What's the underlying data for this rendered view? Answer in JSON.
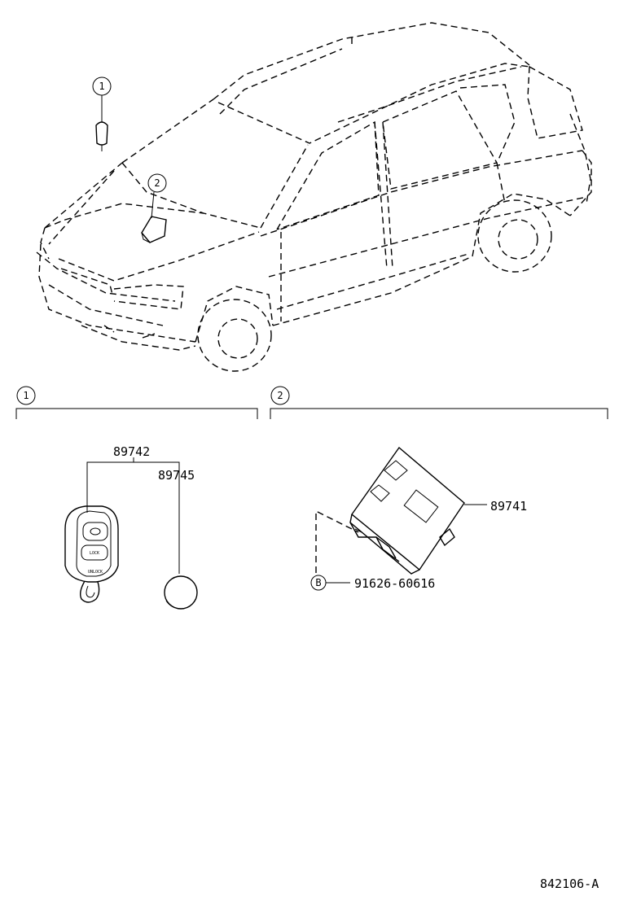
{
  "callouts": {
    "one": "1",
    "two": "2",
    "bolt": "B"
  },
  "parts": {
    "transmitter_assy": "89742",
    "battery": "89745",
    "receiver_assy": "89741",
    "bolt": "91626-60616"
  },
  "key_fob": {
    "lock_label": "LOCK",
    "unlock_label": "UNLOCK"
  },
  "figure_id": "842106-A"
}
